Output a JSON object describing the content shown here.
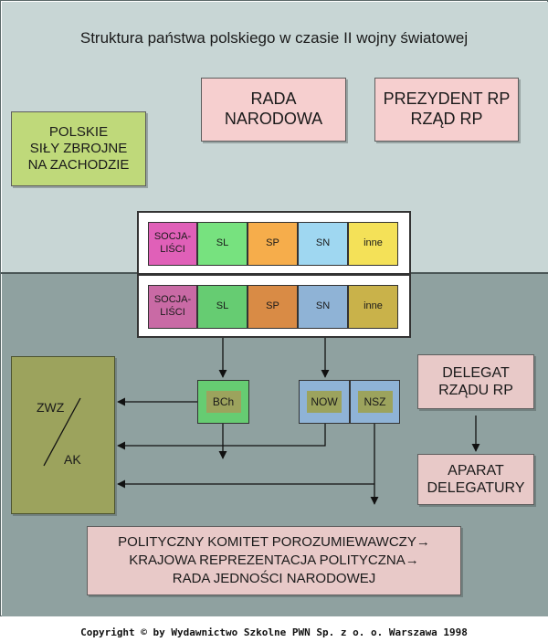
{
  "title": "Struktura państwa polskiego w czasie II wojny światowej",
  "top": {
    "rada": "RADA\nNARODOWA",
    "prezydent": "PREZYDENT RP\nRZĄD RP",
    "sily": "POLSKIE\nSIŁY ZBROJNE\nNA ZACHODZIE"
  },
  "parties_upper": [
    "SOCJA-\nLIŚCI",
    "SL",
    "SP",
    "SN",
    "inne"
  ],
  "parties_lower": [
    "SOCJA-\nLIŚCI",
    "SL",
    "SP",
    "SN",
    "inne"
  ],
  "colors": {
    "upper": [
      "#e060b8",
      "#77e27f",
      "#f6ad4b",
      "#9fd7f1",
      "#f4e158"
    ],
    "lower": [
      "#c96aa5",
      "#66cc72",
      "#d98b45",
      "#8fb3d6",
      "#c9b24a"
    ],
    "upper_bg": "#c8d6d5",
    "lower_bg": "#8fa1a0"
  },
  "orgs": {
    "bch": "BCh",
    "now": "NOW",
    "nsz": "NSZ",
    "zwz": "ZWZ",
    "ak": "AK"
  },
  "delegat": "DELEGAT\nRZĄDU RP",
  "aparat": "APARAT\nDELEGATURY",
  "komitet": "POLITYCZNY KOMITET POROZUMIEWAWCZY→\nKRAJOWA REPREZENTACJA POLITYCZNA→\nRADA JEDNOŚCI NARODOWEJ",
  "copyright": "Copyright © by Wydawnictwo Szkolne PWN Sp. z o. o. Warszawa 1998"
}
